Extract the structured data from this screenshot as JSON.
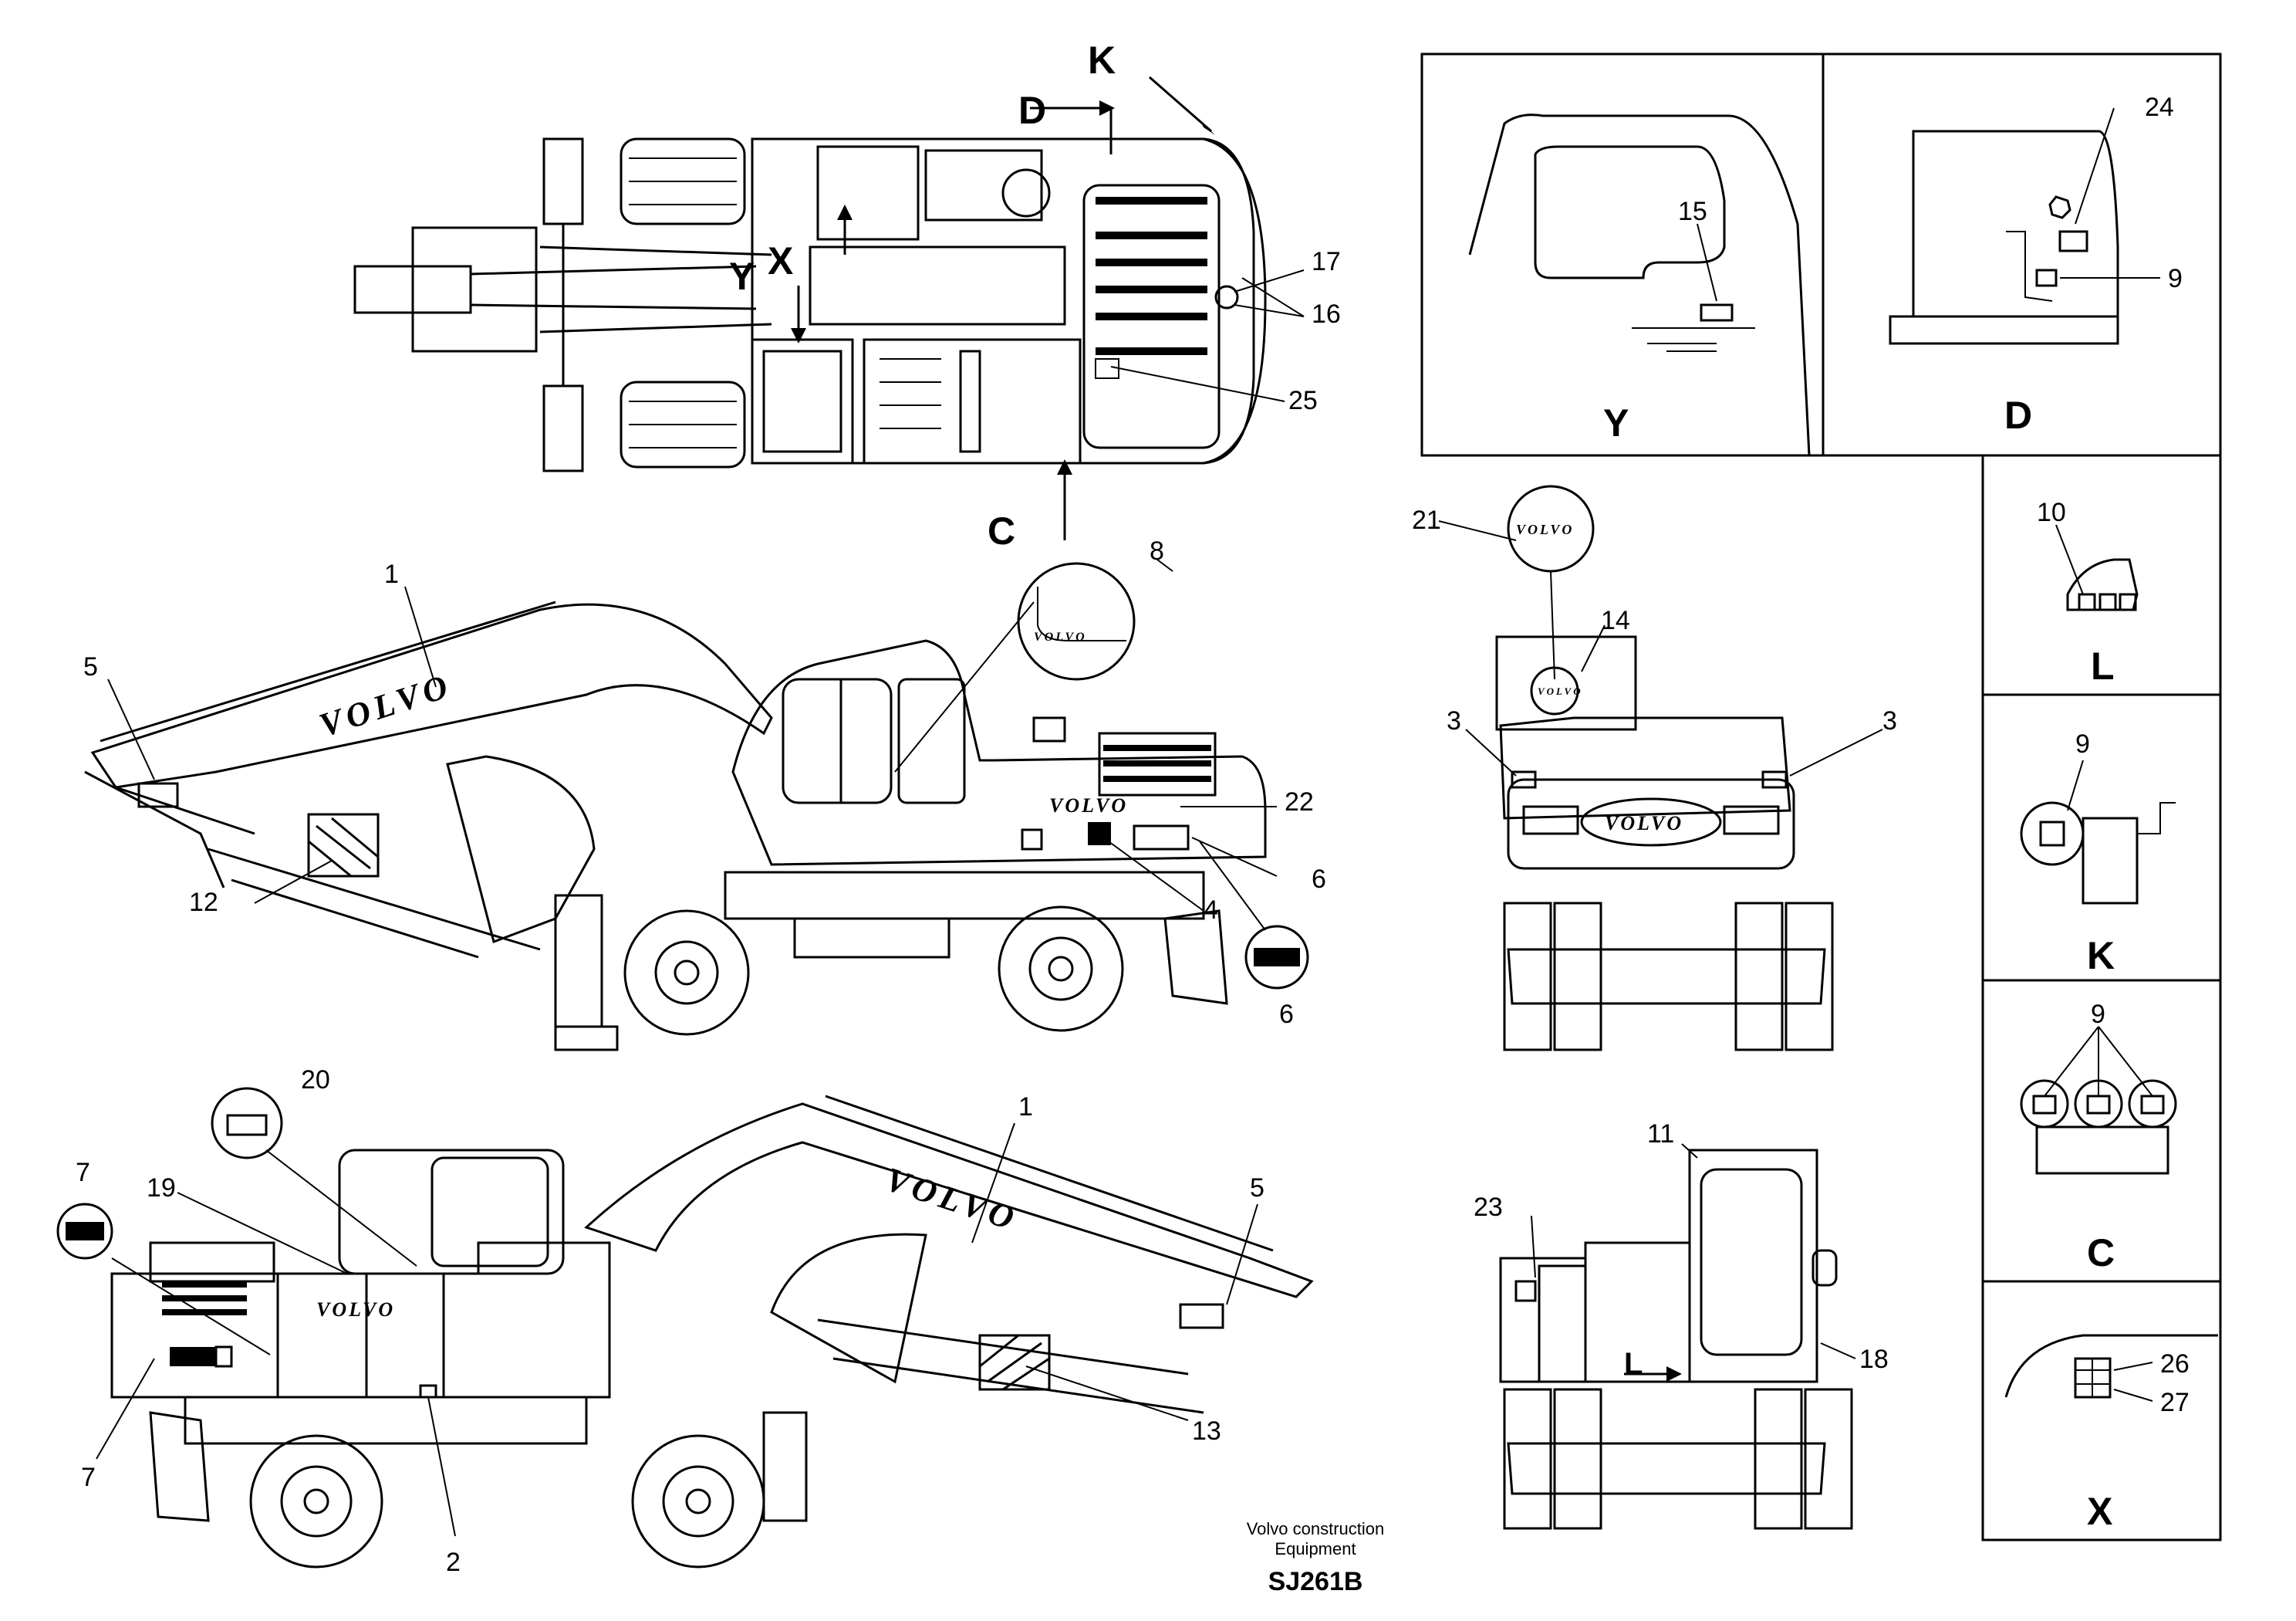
{
  "views": {
    "Y": "Y",
    "D": "D",
    "L": "L",
    "K": "K",
    "C": "C",
    "X": "X"
  },
  "top_view_arrows": {
    "K": "K",
    "D": "D",
    "X": "X",
    "Y": "Y",
    "C": "C"
  },
  "callouts": {
    "n1a": "1",
    "n1b": "1",
    "n2": "2",
    "n3a": "3",
    "n3b": "3",
    "n4": "4",
    "n5a": "5",
    "n5b": "5",
    "n6a": "6",
    "n6b": "6",
    "n7a": "7",
    "n7b": "7",
    "n8": "8",
    "n9d": "9",
    "n9k": "9",
    "n9c": "9",
    "n10": "10",
    "n11": "11",
    "n12": "12",
    "n13": "13",
    "n14": "14",
    "n15": "15",
    "n16": "16",
    "n17": "17",
    "n18": "18",
    "n19": "19",
    "n20": "20",
    "n21": "21",
    "n22": "22",
    "n23": "23",
    "n24": "24",
    "n25": "25",
    "n26": "26",
    "n27": "27"
  },
  "brand_decals": {
    "boom_side": "VOLVO",
    "body_side": "VOLVO",
    "boom_rear": "VOLVO",
    "body_rear": "VOLVO",
    "rear_counterweight": "VOLVO",
    "detail_cab": "VOLVO",
    "detail_21": "VOLVO",
    "detail_rear_cab": "VOLVO"
  },
  "footer": {
    "line1": "Volvo construction",
    "line2": "Equipment",
    "code": "SJ261B"
  }
}
